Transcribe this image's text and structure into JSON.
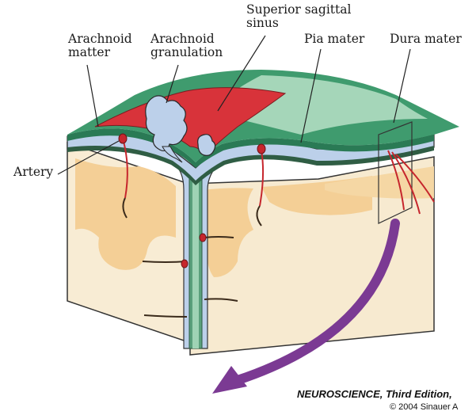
{
  "labels": {
    "superior_sagittal_sinus": "Superior sagittal\nsinus",
    "arachnoid_matter": "Arachnoid\nmatter",
    "arachnoid_granulation": "Arachnoid\ngranulation",
    "pia_mater": "Pia mater",
    "dura_mater": "Dura mater",
    "artery": "Artery"
  },
  "credit": {
    "book": "NEUROSCIENCE, Third Edition,",
    "copyright": "© 2004 Sinauer A"
  },
  "colors": {
    "dura": "#3f9b6e",
    "dura_light": "#d6efdf",
    "sinus": "#d8333a",
    "arachnoid": "#bcd0ea",
    "pia": "#5aa07c",
    "tissue": "#f6e6c8",
    "gray_matter": "#f4cf96",
    "artery": "#c6262d",
    "arrow": "#7b3a93"
  }
}
